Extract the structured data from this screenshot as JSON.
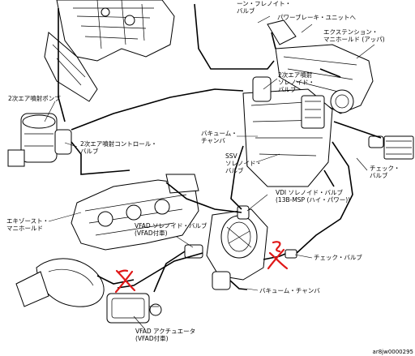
{
  "labels": {
    "top_cut_1": "ーン・フレノイト・",
    "top_cut_2": "バルブ",
    "power_brake_unit": "パワーブレーキ・ユニットへ",
    "extension_manifold_1": "エクステンション・",
    "extension_manifold_2": "マニホールド (アッパ)",
    "secondary_air_pump": "2次エア噴射ポンプ",
    "secondary_air_solenoid_1": "2次エア噴射",
    "secondary_air_solenoid_2": "ソレノイド・",
    "secondary_air_solenoid_3": "バルブ",
    "secondary_air_control_1": "2次エア噴射コントロール・",
    "secondary_air_control_2": "バルブ",
    "vacuum_chamber_top_1": "バキューム・",
    "vacuum_chamber_top_2": "チャンバ",
    "ssv_1": "SSV",
    "ssv_2": "ソレノイド・",
    "ssv_3": "バルブ",
    "check_valve_right_1": "チェック・",
    "check_valve_right_2": "バルブ",
    "vdi_1": "VDI ソレノイド・バルブ",
    "vdi_2": "(13B-MSP (ハイ・パワー))",
    "exhaust_manifold_1": "エキゾースト・",
    "exhaust_manifold_2": "マニホールド",
    "vfad_solenoid_1": "VFAD ソレノイド・バルブ",
    "vfad_solenoid_2": "(VFAD付車)",
    "check_valve_bottom": "チェック・バルブ",
    "vacuum_chamber_bottom": "バキューム・チャンバ",
    "vfad_actuator_1": "VFAD アクチュエータ",
    "vfad_actuator_2": "(VFAD付車)",
    "figure_code": "ar8jw0000295"
  },
  "annotations": {
    "mark_color": "#e01818",
    "mark_shape": "cross-out"
  }
}
